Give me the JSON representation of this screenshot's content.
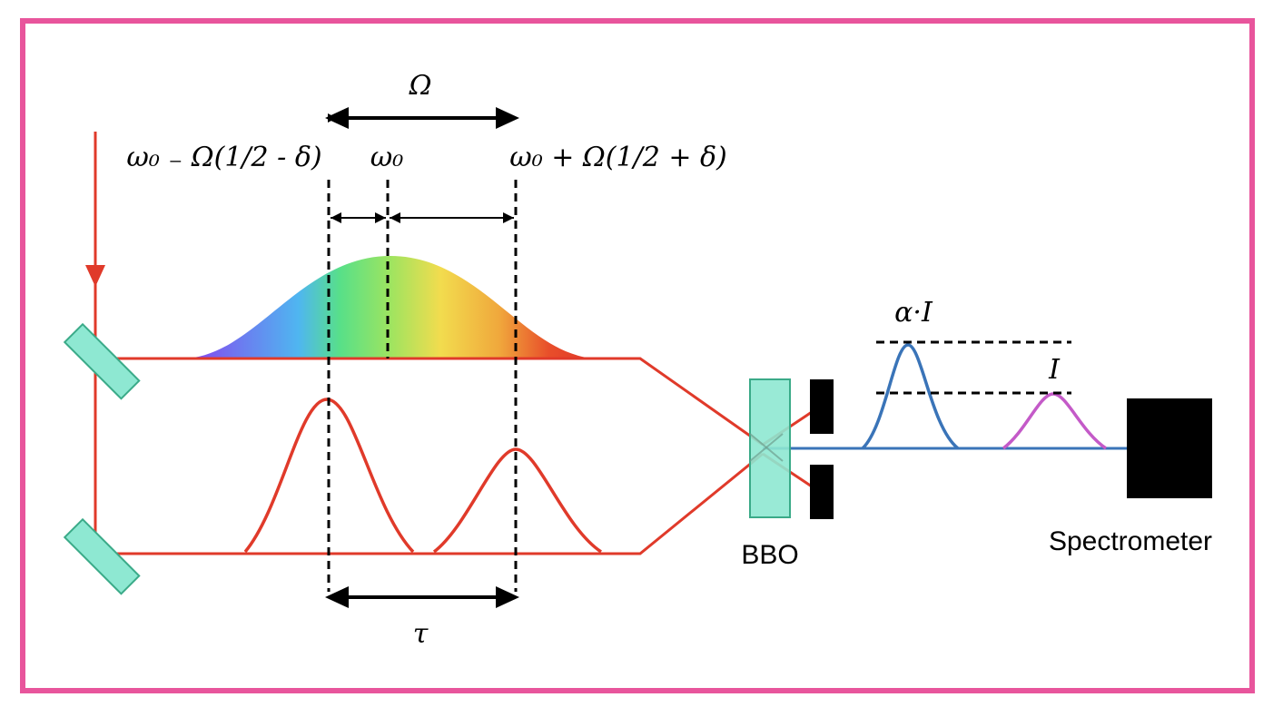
{
  "labels": {
    "omega_span": "Ω",
    "freq_left": "ω₀ ₋ Ω(1/2 - δ)",
    "freq_center": "ω₀",
    "freq_right": "ω₀ + Ω(1/2 + δ)",
    "tau": "τ",
    "crystal": "BBO",
    "detector": "Spectrometer",
    "peak_high": "α·I",
    "peak_low": "I"
  },
  "colors": {
    "border": "#e8559c",
    "beam": "#e03a2a",
    "optic_fill": "#8ee8d2",
    "optic_stroke": "#3aaa88",
    "output_beam": "#3a74b8",
    "peak_high": "#3a74b8",
    "peak_low": "#c45ac8",
    "block": "#000000"
  }
}
